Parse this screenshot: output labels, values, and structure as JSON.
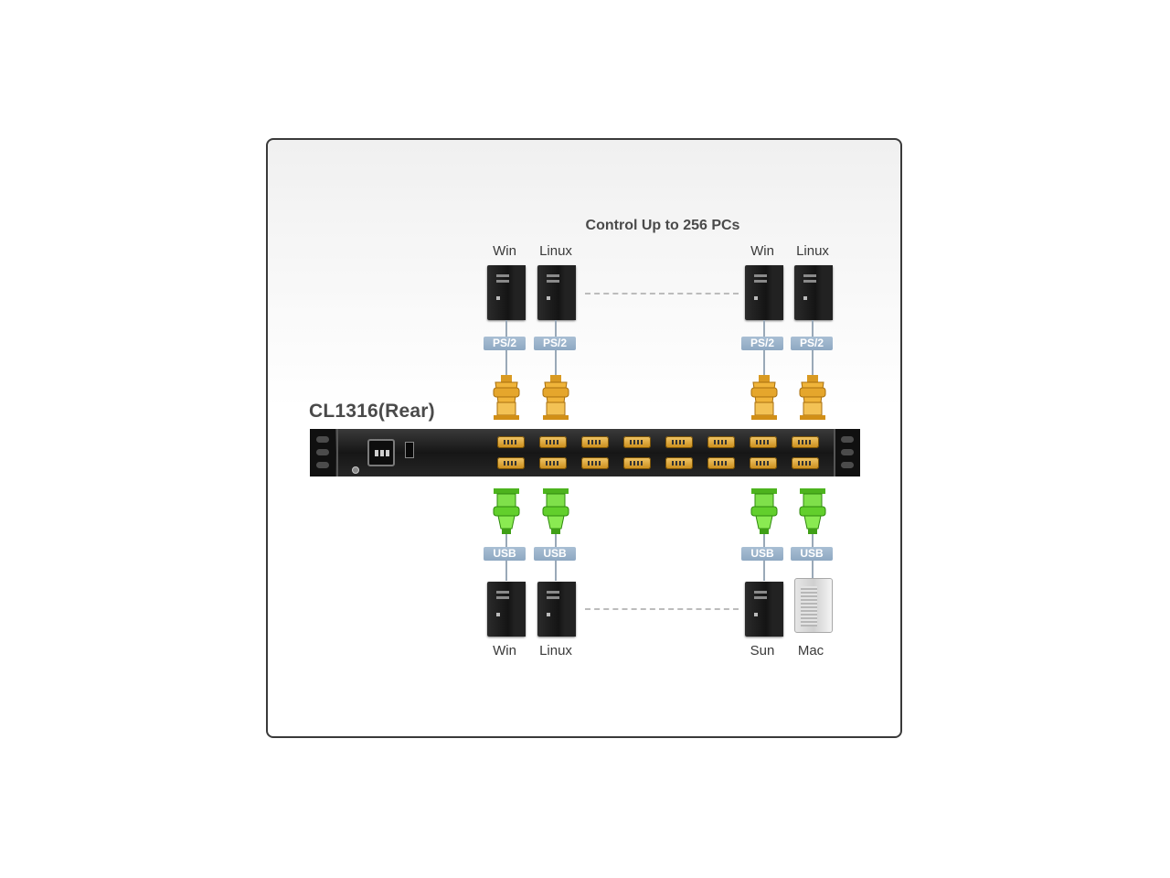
{
  "diagram": {
    "title": "Control Up to 256 PCs",
    "model_label": "CL1316(Rear)",
    "top_computers": [
      {
        "label": "Win",
        "connector": "PS/2"
      },
      {
        "label": "Linux",
        "connector": "PS/2"
      },
      {
        "label": "Win",
        "connector": "PS/2"
      },
      {
        "label": "Linux",
        "connector": "PS/2"
      }
    ],
    "bottom_computers": [
      {
        "label": "Win",
        "connector": "USB",
        "kind": "tower"
      },
      {
        "label": "Linux",
        "connector": "USB",
        "kind": "tower"
      },
      {
        "label": "Sun",
        "connector": "USB",
        "kind": "tower"
      },
      {
        "label": "Mac",
        "connector": "USB",
        "kind": "mac"
      }
    ],
    "colors": {
      "border": "#3a3a3a",
      "badge": "#8ea8c2",
      "ps2_cable": "#e8a72a",
      "usb_cable": "#5fcf2a",
      "unit": "#1a1a1a"
    }
  }
}
